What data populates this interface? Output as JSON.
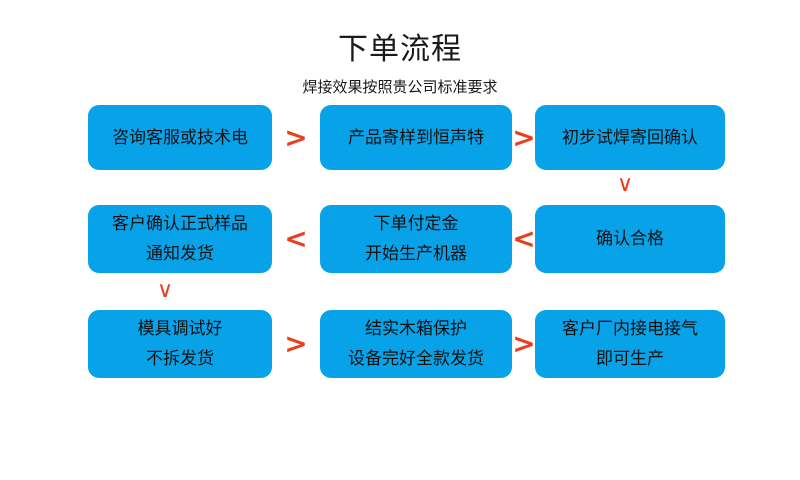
{
  "header": {
    "title": "下单流程",
    "subtitle": "焊接效果按照贵公司标准要求"
  },
  "colors": {
    "node_fill": "#07a2e8",
    "arrow": "#e8401f",
    "text": "#111111",
    "background": "#ffffff"
  },
  "nodes": [
    {
      "id": "step-1",
      "row": 1,
      "col": 1,
      "lines": [
        "咨询客服或技术电"
      ]
    },
    {
      "id": "step-2",
      "row": 1,
      "col": 2,
      "lines": [
        "产品寄样到恒声特"
      ]
    },
    {
      "id": "step-3",
      "row": 1,
      "col": 3,
      "lines": [
        "初步试焊寄回确认"
      ]
    },
    {
      "id": "step-4",
      "row": 2,
      "col": 3,
      "lines": [
        "确认合格"
      ]
    },
    {
      "id": "step-5",
      "row": 2,
      "col": 2,
      "lines": [
        "下单付定金",
        "开始生产机器"
      ]
    },
    {
      "id": "step-6",
      "row": 2,
      "col": 1,
      "lines": [
        "客户确认正式样品",
        "通知发货"
      ]
    },
    {
      "id": "step-7",
      "row": 3,
      "col": 1,
      "lines": [
        "模具调试好",
        "不拆发货"
      ]
    },
    {
      "id": "step-8",
      "row": 3,
      "col": 2,
      "lines": [
        "结实木箱保护",
        "设备完好全款发货"
      ]
    },
    {
      "id": "step-9",
      "row": 3,
      "col": 3,
      "lines": [
        "客户厂内接电接气",
        "即可生产"
      ]
    }
  ],
  "connectors": {
    "r1_c1_to_c2": ">",
    "r1_c2_to_c3": ">",
    "c3_r1_to_r2": "∨",
    "r2_c3_to_c2": "<",
    "r2_c2_to_c1": "<",
    "c1_r2_to_r3": "∨",
    "r3_c1_to_c2": ">",
    "r3_c2_to_c3": ">"
  },
  "node_text": {
    "step1_l1": "咨询客服或技术电",
    "step2_l1": "产品寄样到恒声特",
    "step3_l1": "初步试焊寄回确认",
    "step4_l1": "确认合格",
    "step5_l1": "下单付定金",
    "step5_l2": "开始生产机器",
    "step6_l1": "客户确认正式样品",
    "step6_l2": "通知发货",
    "step7_l1": "模具调试好",
    "step7_l2": "不拆发货",
    "step8_l1": "结实木箱保护",
    "step8_l2": "设备完好全款发货",
    "step9_l1": "客户厂内接电接气",
    "step9_l2": "即可生产"
  }
}
